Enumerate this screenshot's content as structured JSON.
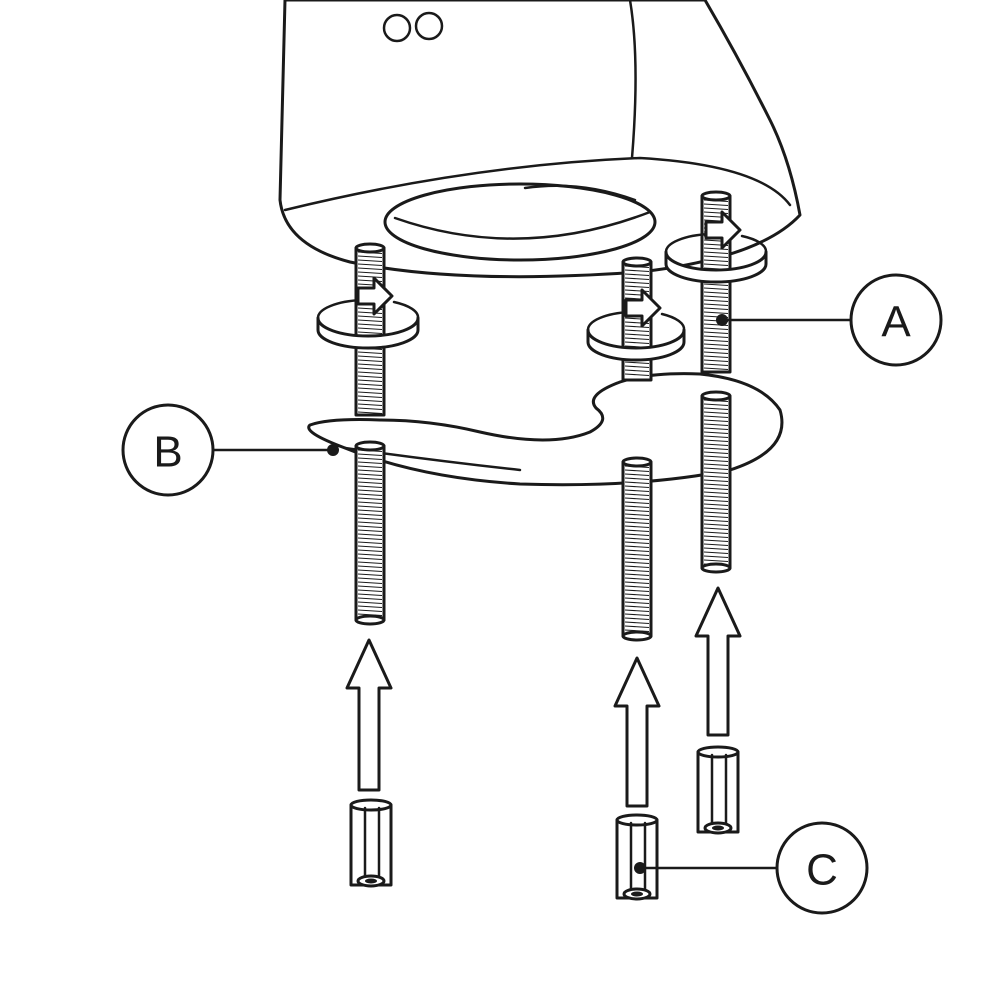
{
  "callouts": {
    "a": {
      "letter": "A"
    },
    "b": {
      "letter": "B"
    },
    "c": {
      "letter": "C"
    }
  },
  "colors": {
    "line": "#1a1a1a",
    "background": "#ffffff"
  },
  "parts": {
    "threaded_rods": 3,
    "hex_nuts": 3,
    "push_arrows": 3,
    "rotation_arrows": 3
  }
}
